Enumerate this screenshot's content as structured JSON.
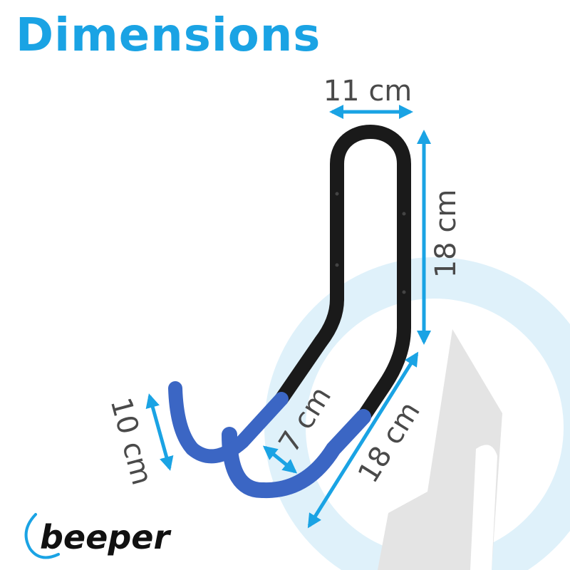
{
  "title": "Dimensions",
  "dimensions": {
    "top_width": "11 cm",
    "right_height": "18 cm",
    "diagonal_length": "18 cm",
    "inner_gap": "7 cm",
    "left_tip": "10 cm"
  },
  "brand": {
    "name": "beeper"
  },
  "colors": {
    "accent": "#1aa3e4",
    "hook_frame": "#1a1a1a",
    "hook_coating": "#3b66c4",
    "watermark_ring": "#dff1fa",
    "watermark_shape": "#e4e4e4",
    "label_text": "#4a4a4a"
  }
}
